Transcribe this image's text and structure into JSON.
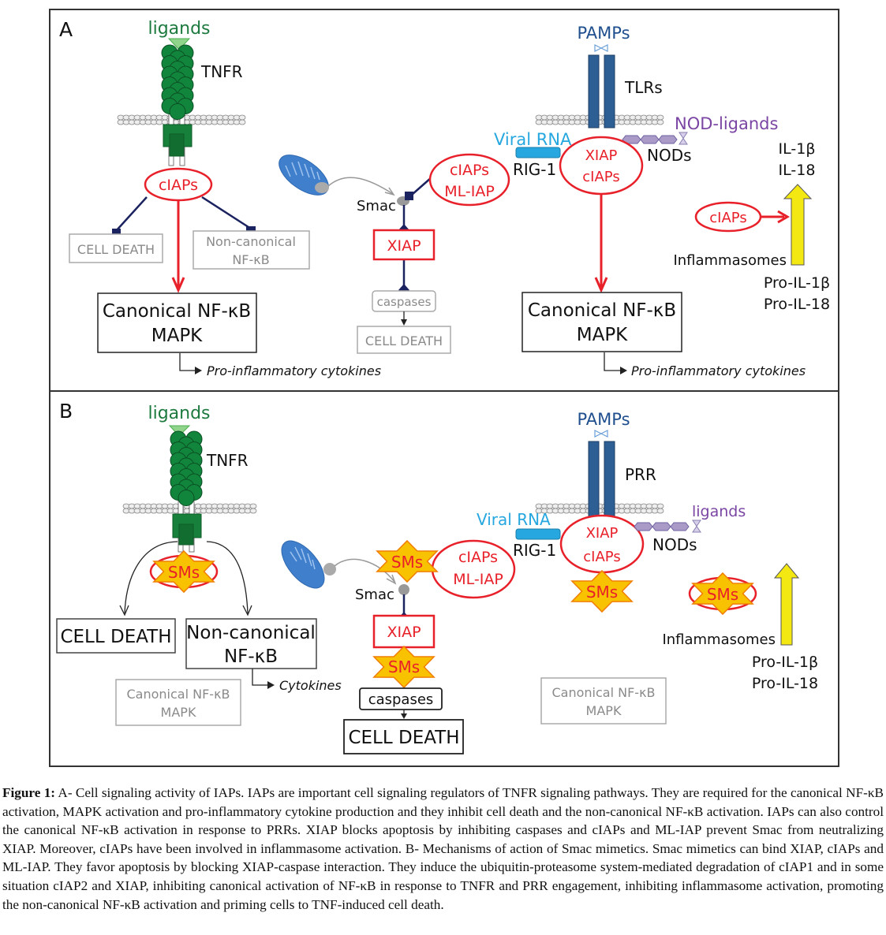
{
  "colors": {
    "red": "#e8202a",
    "navy": "#1b2260",
    "green": "#12853d",
    "ligand_green": "#1d7a3e",
    "blue_receptor": "#2d5e94",
    "pamps_blue": "#1f4f8e",
    "viral_rna": "#26a7df",
    "purple": "#7a45a3",
    "yellow": "#f4e812",
    "sms_star": "#f9c200",
    "gray_text": "#8a8a8a"
  },
  "panel_a": {
    "label": "A",
    "ligands": "ligands",
    "tnfr": "TNFR",
    "ciaps": "cIAPs",
    "cell_death_inhibited": "CELL DEATH",
    "non_canonical": [
      "Non-canonical",
      "NF-κB"
    ],
    "canonical_left": [
      "Canonical NF-κB",
      "MAPK"
    ],
    "cytokines_left": "Pro-inflammatory cytokines",
    "smac": "Smac",
    "ciaps_mliap": [
      "cIAPs",
      "ML-IAP"
    ],
    "xiap": "XIAP",
    "caspases": "caspases",
    "cell_death_center": "CELL DEATH",
    "pamps": "PAMPs",
    "tlrs": "TLRs",
    "nod_ligands": "NOD-ligands",
    "viral_rna": "Viral RNA",
    "rig1": "RIG-1",
    "xiap_ciaps": [
      "XIAP",
      "cIAPs"
    ],
    "nods": "NODs",
    "canonical_right": [
      "Canonical NF-κB",
      "MAPK"
    ],
    "cytokines_right": "Pro-inflammatory cytokines",
    "il": [
      "IL-1β",
      "IL-18"
    ],
    "ciaps_inflammasome": "cIAPs",
    "inflammasomes": "Inflammasomes",
    "pro_il": [
      "Pro-IL-1β",
      "Pro-IL-18"
    ]
  },
  "panel_b": {
    "label": "B",
    "ligands": "ligands",
    "tnfr": "TNFR",
    "sms": "SMs",
    "cell_death_left": "CELL DEATH",
    "non_canonical": [
      "Non-canonical",
      "NF-κB"
    ],
    "cytokines": "Cytokines",
    "canonical_left": [
      "Canonical NF-κB",
      "MAPK"
    ],
    "smac": "Smac",
    "ciaps_mliap": [
      "cIAPs",
      "ML-IAP"
    ],
    "xiap": "XIAP",
    "caspases": "caspases",
    "cell_death_center": "CELL DEATH",
    "pamps": "PAMPs",
    "prr": "PRR",
    "viral_rna": "Viral RNA",
    "rig1": "RIG-1",
    "xiap_ciaps": [
      "XIAP",
      "cIAPs"
    ],
    "ligands_nod": "ligands",
    "nods": "NODs",
    "inflammasomes": "Inflammasomes",
    "pro_il": [
      "Pro-IL-1β",
      "Pro-IL-18"
    ],
    "canonical_right": [
      "Canonical NF-κB",
      "MAPK"
    ]
  },
  "caption": {
    "label": "Figure 1:",
    "text": "A- Cell signaling activity of IAPs. IAPs are important cell signaling regulators of TNFR signaling pathways. They are required for the canonical NF-κB activation, MAPK activation and pro-inflammatory cytokine production and they inhibit cell death and the non-canonical NF-κB activation. IAPs can also control the canonical NF-κB activation in response to PRRs. XIAP blocks apoptosis by inhibiting caspases and cIAPs and ML-IAP prevent Smac from neutralizing XIAP. Moreover, cIAPs have been involved in inflammasome activation. B- Mechanisms of action of Smac mimetics. Smac mimetics can bind XIAP, cIAPs and ML-IAP. They favor apoptosis by blocking XIAP-caspase interaction. They induce the ubiquitin-proteasome system-mediated degradation of cIAP1 and in some situation cIAP2 and XIAP, inhibiting canonical activation of NF-κB in response to TNFR and PRR engagement, inhibiting inflammasome activation, promoting the non-canonical NF-κB activation and priming cells to TNF-induced cell death."
  }
}
